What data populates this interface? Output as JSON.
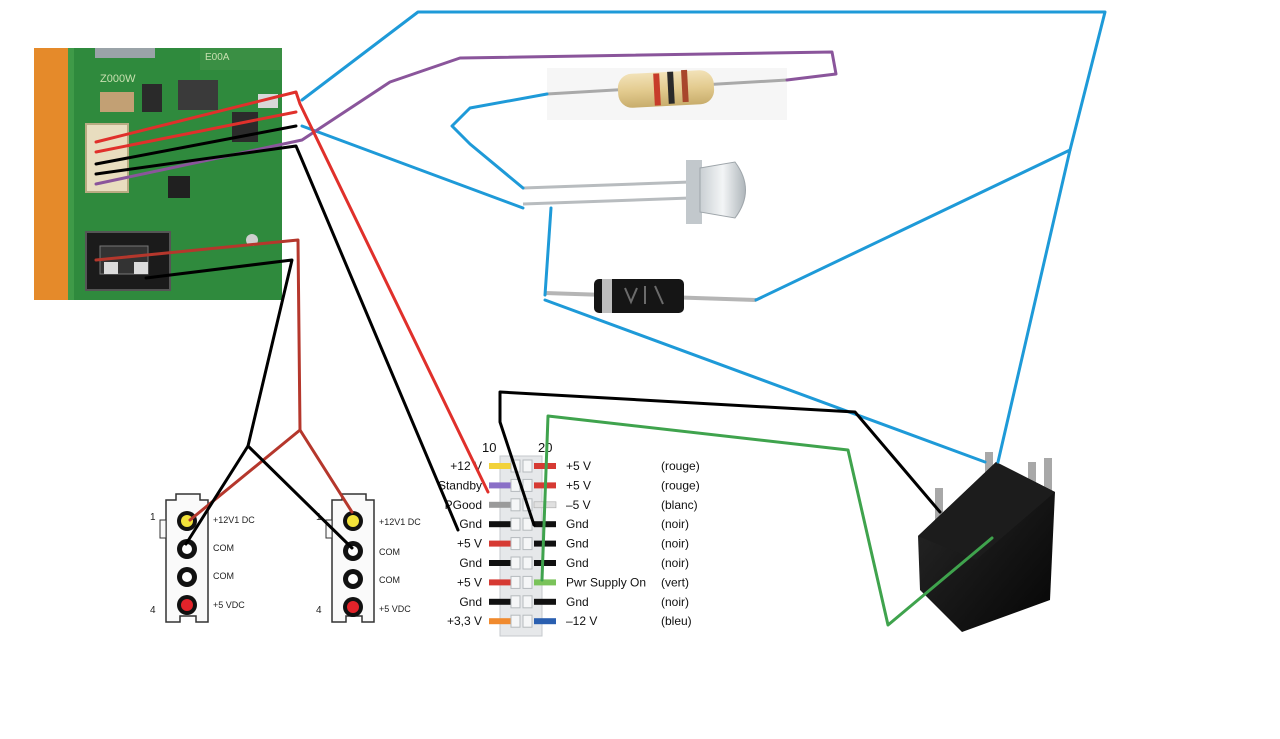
{
  "atx_connector": {
    "col_left_number": "10",
    "col_right_number": "20",
    "left_labels": [
      "+12 V",
      "Standby",
      "PGood",
      "Gnd",
      "+5 V",
      "Gnd",
      "+5 V",
      "Gnd",
      "+3,3 V"
    ],
    "left_colors": [
      "#f2d23a",
      "#8a6fc7",
      "#9a9a9a",
      "#111111",
      "#d63a33",
      "#111111",
      "#d63a33",
      "#111111",
      "#f08a2e"
    ],
    "right_labels": [
      "+5 V",
      "+5 V",
      "–5 V",
      "Gnd",
      "Gnd",
      "Gnd",
      "Pwr Supply On",
      "Gnd",
      "–12 V"
    ],
    "right_colors_text": [
      "(rouge)",
      "(rouge)",
      "(blanc)",
      "(noir)",
      "(noir)",
      "(noir)",
      "(vert)",
      "(noir)",
      "(bleu)"
    ],
    "right_colors": [
      "#d63a33",
      "#d63a33",
      "#e0e0e0",
      "#111111",
      "#111111",
      "#111111",
      "#7ac35a",
      "#111111",
      "#2a5fb0"
    ]
  },
  "molex_left": {
    "pin_first": "1",
    "pin_last": "4",
    "labels": [
      "+12V1 DC",
      "COM",
      "COM",
      "+5 VDC"
    ]
  },
  "molex_right": {
    "pin_first": "1",
    "pin_last": "4",
    "labels": [
      "+12V1 DC",
      "COM",
      "COM",
      "+5 VDC"
    ]
  },
  "pcb": {
    "silk_text": "Z000W",
    "silk_text2": "E00A"
  },
  "colors": {
    "wire_blue": "#1e9ad8",
    "wire_red": "#e0302b",
    "wire_brown_red": "#b5372c",
    "wire_black": "#000000",
    "wire_purple": "#8a559b",
    "wire_green": "#3fa34d",
    "pcb_green": "#2f8a3d",
    "pcb_orange": "#e58a2a"
  }
}
